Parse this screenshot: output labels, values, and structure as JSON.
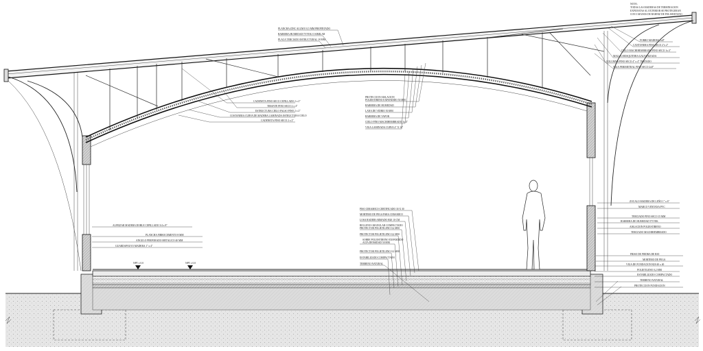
{
  "note": [
    "NOTA:",
    "TODAS LAS MADERAS DE TERMINACION",
    "EXPUESTAS AL EXTERIOR SE PROTEGERAN",
    "CON 3 MANOS DE BARNIZ  DE POLIURETANO"
  ],
  "labels_roof_left": [
    "PLANCHA ZINC ALUM  E 0,5 MM PREPINTADO",
    "BARRERA HUMEDAD TYVEK O SIMILAR",
    "PLACA TERCIADO ESTRUCTURAL 18 MM"
  ],
  "labels_arch": [
    "CADENETA PINO SECO CEPILLADO 2 x 2\"",
    "TIRANTE PINO SECO 2 x 4\"",
    "ESTRUCTURA CIELO FALSO PINO 2 x 2\"",
    "COSTANERA CURVA DE MADERA LAMINADA ESTRUCTURA CIELO",
    "CADENETA PINO SECO 2 x 2\""
  ],
  "labels_center": [
    "PROTECCION AISLACION",
    "POLIESTIRENO EXPANDIDO 50 MM",
    "BARRERA DE HUMEDAD",
    "LANA DE VIDRIO 50 MM",
    "BARRERA DE VAPOR",
    "CIELO PINO MACHIHEMBRADO 1x 4\"",
    "VIGA LAMINADA CURVA 4\" X 16\""
  ],
  "labels_roof_right": [
    "FORRO MADERA 1x8\"",
    "CANTONERA PINO SECO 2\"x 2\"",
    "CIELO MACHIHEMBRADO PINO SECO 1x 4\"",
    "MALLA MOSQUITERA GALVANIZADA",
    "COLUMNA PINO SECO 4\" x 4\" TRATADO",
    "VIGA PERIMETRAL PINO SECO 2x8\""
  ],
  "labels_wall_left": [
    "ALFEIZAR MADERA DOBLE CEPILLADO 3/4 x 8\"",
    "PLANCHA FIBROCEMENTO 8 MM",
    "ANGULO PERFORADO METALICO 40 MM",
    "GUARDAPOLVO MADERA 1\" x 4\""
  ],
  "labels_floor": [
    "PISO CERAMICO CERTIFICADO 30 X 30",
    "MORTERO DE PEGA PARA CERAMICO",
    "LOSA RADIER ARMADO H20 10 CM",
    "RELLENO GRANULAR COMPACTADO",
    "PROTECTOR POLIETILENO 0,2 MM",
    "SOBRE POLIESTIRENO EXPANDIDO",
    "ALTA DENSIDAD 50 MM",
    "PROTECTOR POLIETILENO 0,2 MM",
    "ESTABILIZADO COMPACTADO",
    "TERRENO NATURAL"
  ],
  "labels_wall_right": [
    "ZOCALO MADERA DE LEÑO 1\" x 6\"",
    "MARCO VENTANA PVC",
    "TERCIADO PINO SECO 15 MM",
    "BARRERA DE HUMEDAD TYVEK",
    "AISLACION POLIESTIRENO",
    "TERCIADO MACHIHEMBRADO"
  ],
  "labels_foundation_right": [
    "FRISO DE PIEDRA DE RIO",
    "MORTERO DE PEGA",
    "VIGA DE FUNDACION H20 40 x 40",
    "POLIETILENO 0,2 MM",
    "ESTABILIZADO COMPACTADO",
    "TERRENO NATURAL",
    "PROTECCION FUNDACION"
  ],
  "level_marks": [
    "NPT ± 0.0",
    "NPT ± 0.0"
  ]
}
